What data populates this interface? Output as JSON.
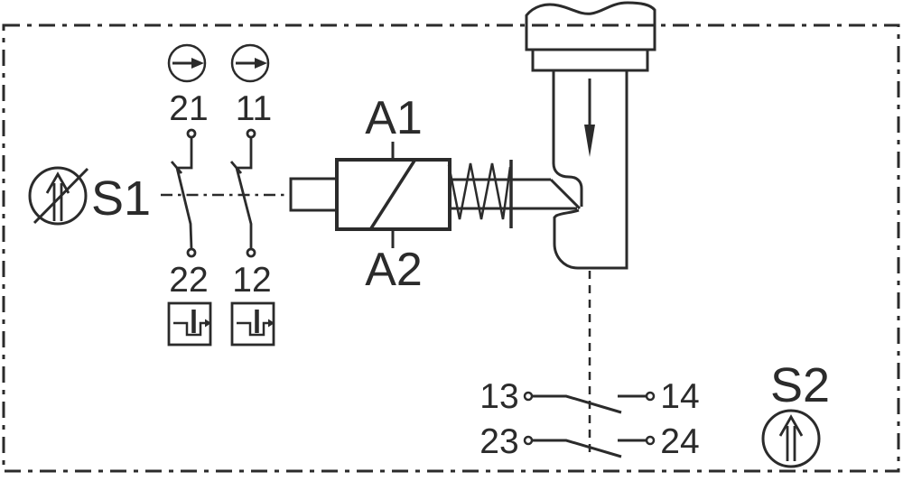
{
  "diagram": {
    "labels": {
      "s1": "S1",
      "s2": "S2",
      "a1": "A1",
      "a2": "A2"
    },
    "terminals": {
      "t21": "21",
      "t11": "11",
      "t22": "22",
      "t12": "12",
      "t13": "13",
      "t14": "14",
      "t23": "23",
      "t24": "24"
    },
    "colors": {
      "line": "#2b2b2b",
      "background": "#ffffff"
    },
    "icons": {
      "s1_symbol": "circle-up-arrow-slashed-icon",
      "s2_symbol": "circle-up-arrow-icon",
      "t21_symbol": "circle-right-arrow-icon",
      "t11_symbol": "circle-right-arrow-icon",
      "t22_symbol": "plunger-slot-arrow-icon",
      "t12_symbol": "plunger-slot-arrow-icon",
      "solenoid_arrow": "arrow-down-icon"
    }
  }
}
